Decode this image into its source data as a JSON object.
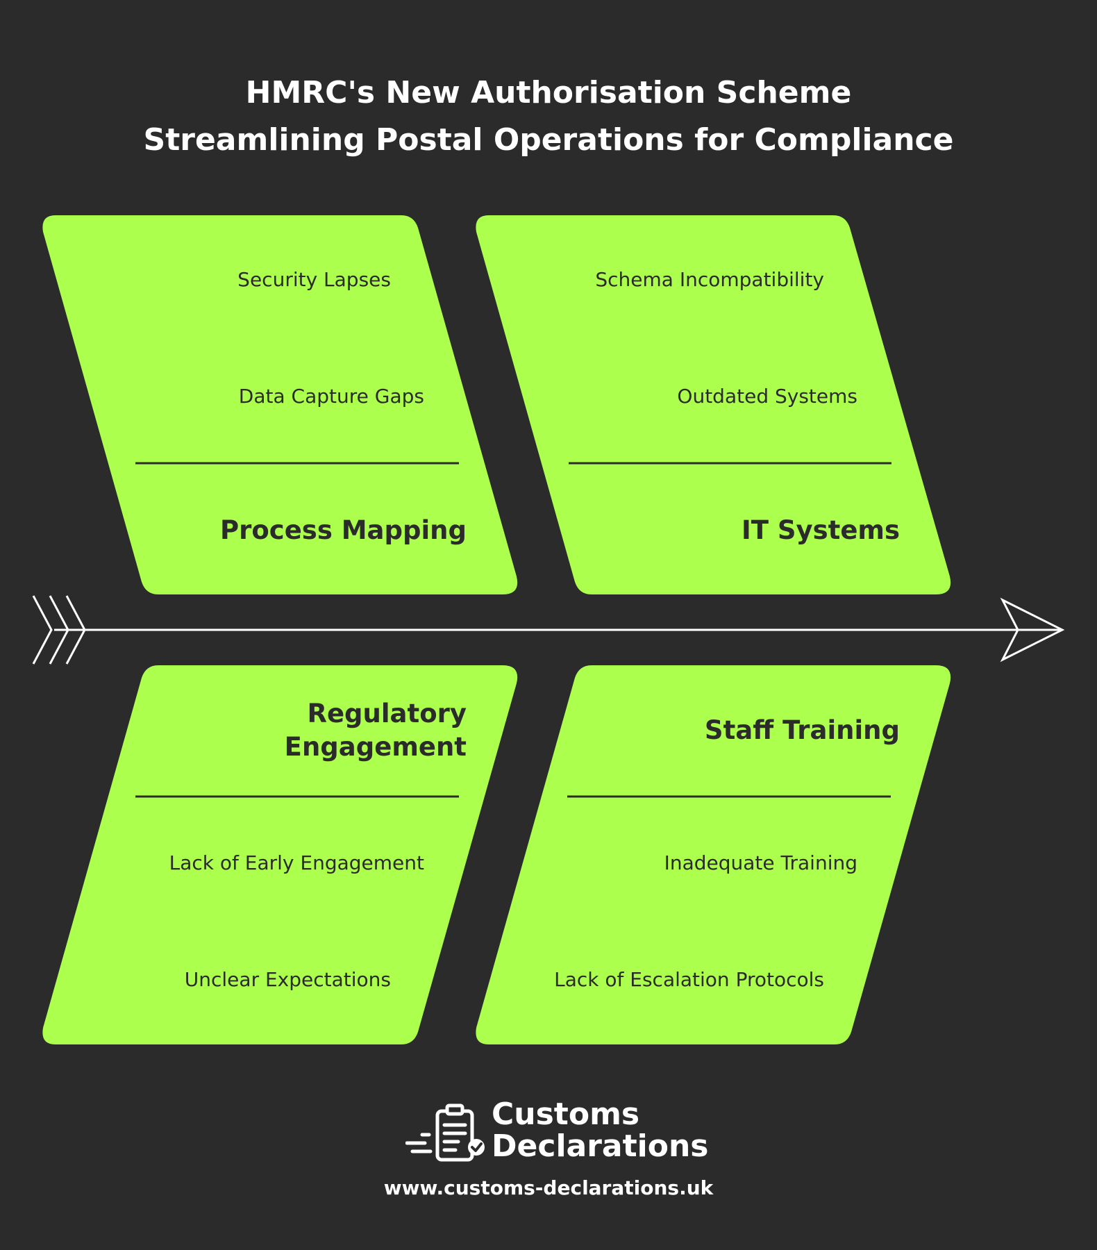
{
  "title": {
    "line1": "HMRC's New Authorisation Scheme",
    "line2": "Streamlining Postal Operations for Compliance"
  },
  "colors": {
    "background": "#2b2b2b",
    "card": "#adff4e",
    "text_dark": "#2b2b2b",
    "text_light": "#ffffff"
  },
  "categories": [
    {
      "name_lines": [
        "Process Mapping"
      ],
      "causes": [
        "Security Lapses",
        "Data Capture Gaps"
      ]
    },
    {
      "name_lines": [
        "IT Systems"
      ],
      "causes": [
        "Schema Incompatibility",
        "Outdated Systems"
      ]
    },
    {
      "name_lines": [
        "Regulatory",
        "Engagement"
      ],
      "causes": [
        "Lack of Early Engagement",
        "Unclear Expectations"
      ]
    },
    {
      "name_lines": [
        "Staff Training"
      ],
      "causes": [
        "Inadequate Training",
        "Lack of Escalation Protocols"
      ]
    }
  ],
  "logo": {
    "icon": "clipboard-check-icon",
    "name_line1": "Customs",
    "name_line2": "Declarations",
    "url": "www.customs-declarations.uk"
  }
}
